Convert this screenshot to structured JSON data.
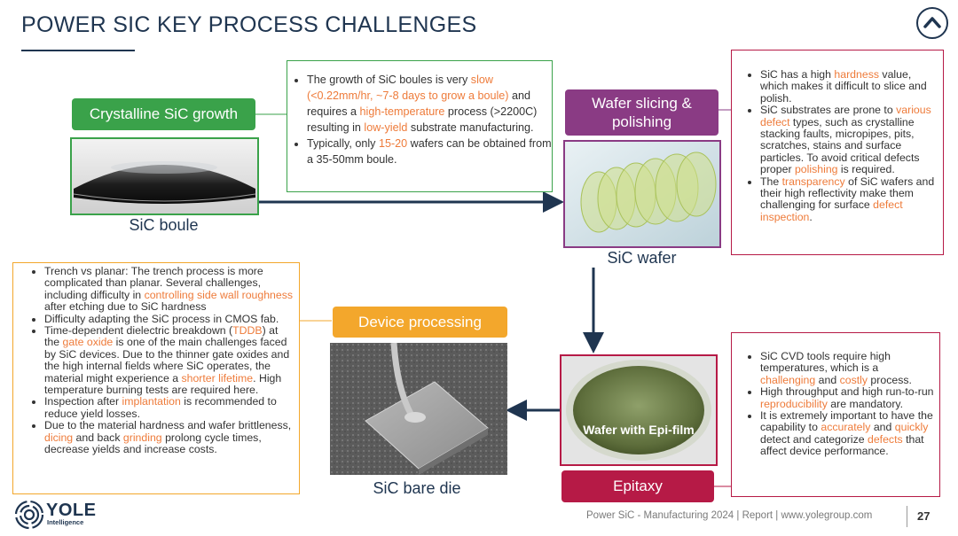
{
  "title": "POWER SIC KEY PROCESS CHALLENGES",
  "steps": {
    "crystal": {
      "label": "Crystalline SiC growth",
      "caption": "SiC boule"
    },
    "wafer": {
      "label": "Wafer slicing &\npolishing",
      "caption": "SiC wafer"
    },
    "epi": {
      "label": "Epitaxy",
      "photo_text": "Wafer with Epi-film"
    },
    "device": {
      "label": "Device processing",
      "caption": "SiC bare die"
    }
  },
  "boxes": {
    "growth": [
      [
        "The growth of SiC boules is very ",
        {
          "h": "slow (<0.22mm/hr, ~7-8 days to grow a boule)"
        },
        " and requires a ",
        {
          "h": "high-temperature"
        },
        " process (>2200C) resulting in ",
        {
          "h": "low-yield"
        },
        " substrate manufacturing."
      ],
      [
        "Typically, only ",
        {
          "h": "15-20"
        },
        " wafers can be obtained from a 35-50mm boule."
      ]
    ],
    "wafer": [
      [
        "SiC has a high ",
        {
          "h": "hardness"
        },
        " value, which makes it difficult to slice and polish."
      ],
      [
        "SiC substrates are prone to ",
        {
          "h": "various defect"
        },
        " types, such as crystalline stacking faults, micropipes, pits, scratches, stains and surface particles. To avoid critical defects proper ",
        {
          "h": "polishing"
        },
        " is required."
      ],
      [
        "The ",
        {
          "h": "transparency"
        },
        " of SiC wafers and their high reflectivity make them challenging for surface ",
        {
          "h": "defect inspection"
        },
        "."
      ]
    ],
    "epi": [
      [
        "SiC CVD tools require high temperatures, which is a ",
        {
          "h": "challenging"
        },
        " and ",
        {
          "h": "costly"
        },
        " process."
      ],
      [
        "High throughput and high run-to-run ",
        {
          "h": "reproducibility"
        },
        " are mandatory."
      ],
      [
        "It is extremely important to have the capability to ",
        {
          "h": "accurately"
        },
        " and ",
        {
          "h": "quickly"
        },
        " detect and categorize ",
        {
          "h": "defects"
        },
        " that affect device performance."
      ]
    ],
    "device": [
      [
        "Trench vs planar: The trench process is more complicated than planar. Several challenges, including difficulty in ",
        {
          "h": "controlling side wall roughness"
        },
        " after etching due to SiC hardness"
      ],
      [
        "Difficulty adapting the SiC process in CMOS fab."
      ],
      [
        "Time-dependent dielectric breakdown (",
        {
          "h": "TDDB"
        },
        ") at the ",
        {
          "h": "gate oxide"
        },
        " is one of the main challenges faced by SiC devices. Due to the thinner gate oxides and the high internal fields where SiC operates, the material might experience a ",
        {
          "h": "shorter lifetime"
        },
        ". High temperature burning tests are required here."
      ],
      [
        "Inspection after ",
        {
          "h": "implantation"
        },
        " is recommended to reduce yield losses."
      ],
      [
        "Due to the material hardness and wafer brittleness, ",
        {
          "h": "dicing"
        },
        " and back ",
        {
          "h": "grinding"
        },
        " prolong cycle times, decrease yields and increase costs."
      ]
    ]
  },
  "footer": {
    "logo": "YOLE",
    "logo_sub": "Intelligence",
    "text": "Power SiC - Manufacturing 2024 | Report | www.yolegroup.com",
    "page": "27"
  },
  "colors": {
    "navy": "#1f3550",
    "green": "#3aa24a",
    "purple": "#8a3b84",
    "red": "#b61a46",
    "orange": "#f3a72c",
    "highlight": "#ee7b3a"
  }
}
